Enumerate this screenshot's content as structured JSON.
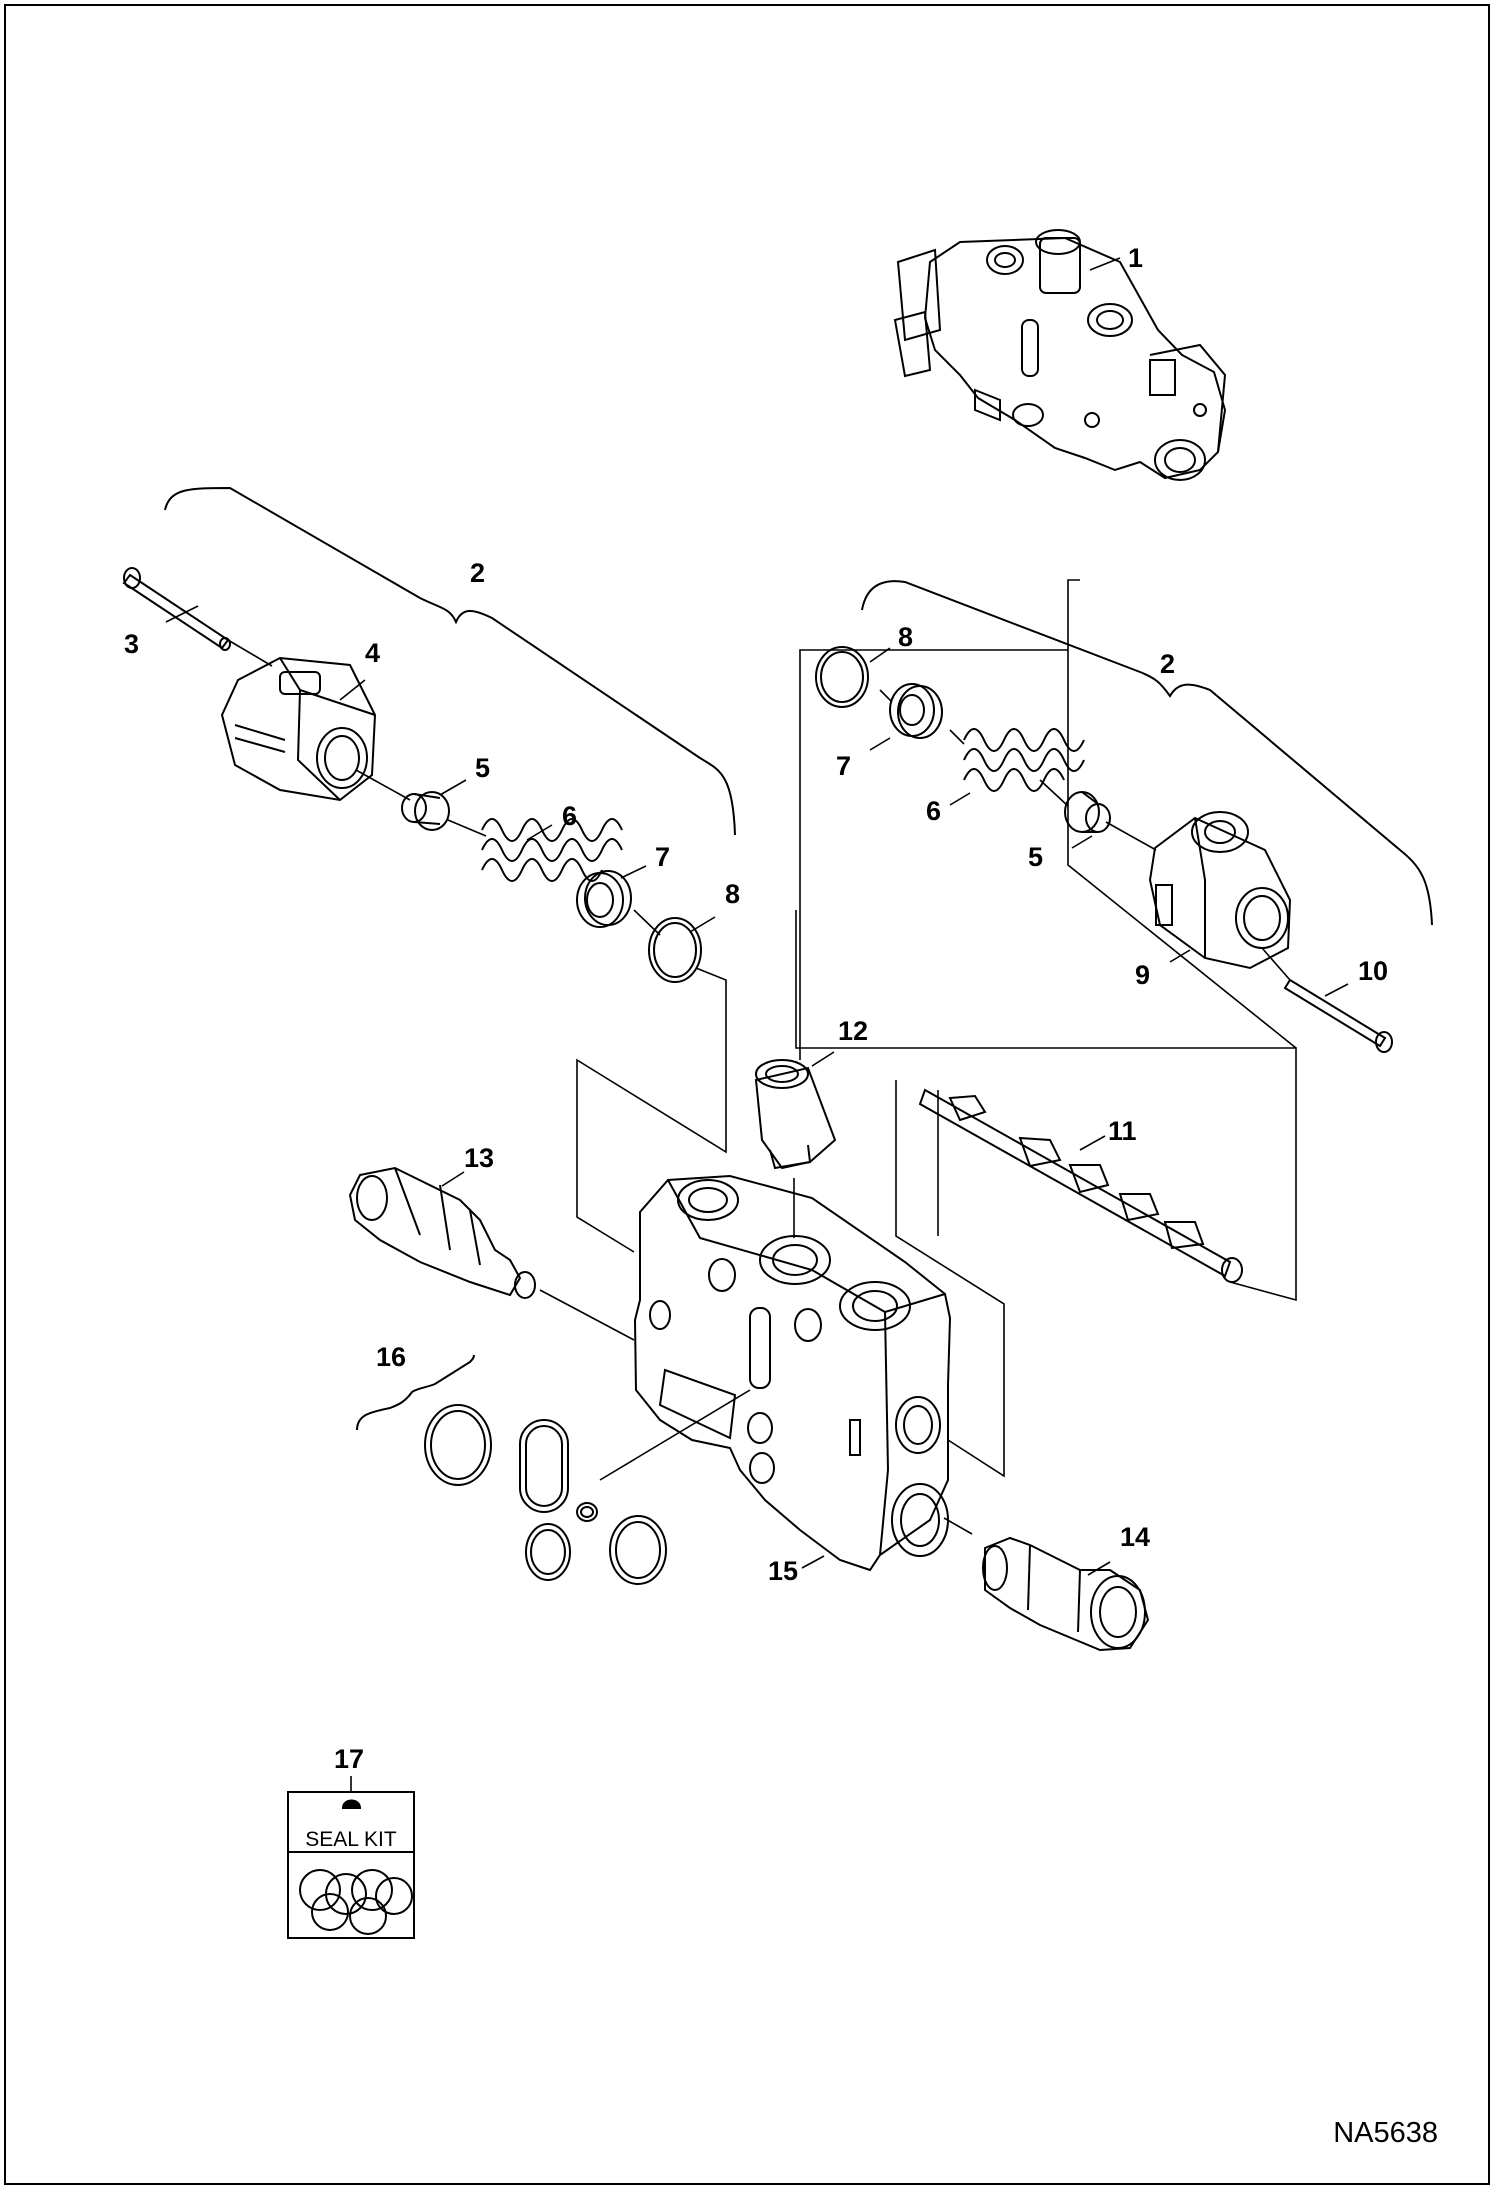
{
  "diagram": {
    "drawing_code": "NA5638",
    "callouts": [
      "1",
      "2",
      "3",
      "4",
      "5",
      "6",
      "7",
      "8",
      "2",
      "8",
      "7",
      "6",
      "5",
      "9",
      "10",
      "11",
      "12",
      "13",
      "14",
      "15",
      "16",
      "17"
    ],
    "seal_kit_label": "SEAL KIT"
  }
}
